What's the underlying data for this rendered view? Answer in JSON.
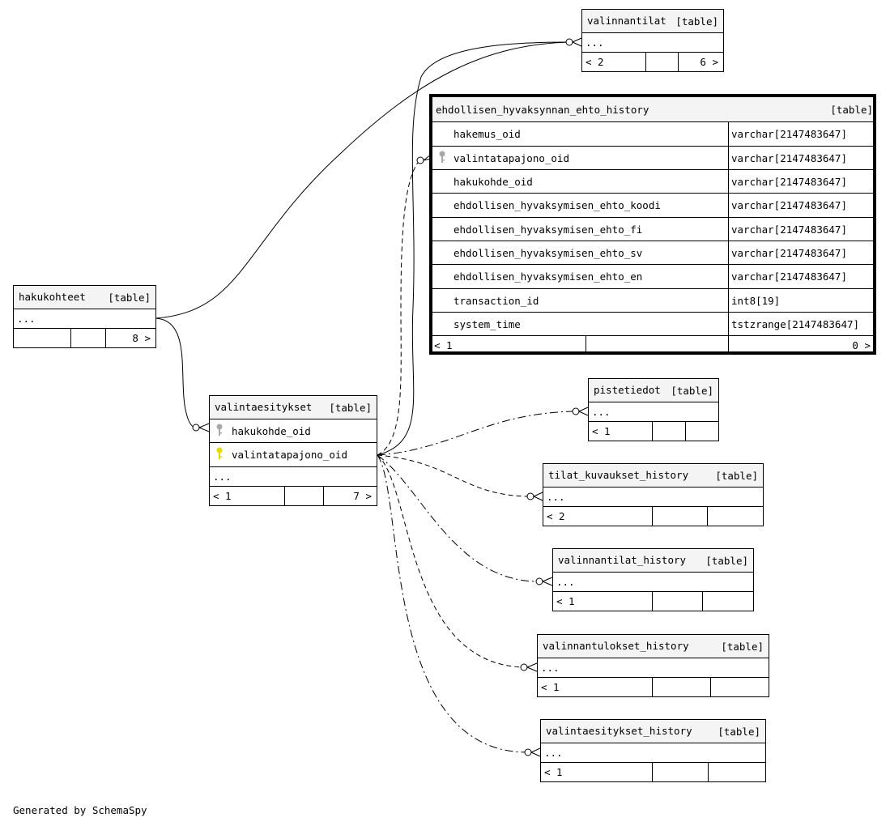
{
  "diagram": {
    "footer": "Generated by SchemaSpy",
    "colors": {
      "line": "#000000",
      "header_bg": "#f4f4f4",
      "key_primary": "#e8d700",
      "key_foreign": "#a8a8a8"
    },
    "tables": {
      "valinnantilat": {
        "name": "valinnantilat",
        "kind": "[table]",
        "ellipsis": "...",
        "left_count": "< 2",
        "right_count": "6 >"
      },
      "ehdollisen": {
        "name": "ehdollisen_hyvaksynnan_ehto_history",
        "kind": "[table]",
        "columns": [
          {
            "name": "hakemus_oid",
            "type": "varchar[2147483647]",
            "key": ""
          },
          {
            "name": "valintatapajono_oid",
            "type": "varchar[2147483647]",
            "key": "foreign-key-icon"
          },
          {
            "name": "hakukohde_oid",
            "type": "varchar[2147483647]",
            "key": ""
          },
          {
            "name": "ehdollisen_hyvaksymisen_ehto_koodi",
            "type": "varchar[2147483647]",
            "key": ""
          },
          {
            "name": "ehdollisen_hyvaksymisen_ehto_fi",
            "type": "varchar[2147483647]",
            "key": ""
          },
          {
            "name": "ehdollisen_hyvaksymisen_ehto_sv",
            "type": "varchar[2147483647]",
            "key": ""
          },
          {
            "name": "ehdollisen_hyvaksymisen_ehto_en",
            "type": "varchar[2147483647]",
            "key": ""
          },
          {
            "name": "transaction_id",
            "type": "int8[19]",
            "key": ""
          },
          {
            "name": "system_time",
            "type": "tstzrange[2147483647]",
            "key": ""
          }
        ],
        "left_count": "< 1",
        "right_count": "0 >"
      },
      "hakukohteet": {
        "name": "hakukohteet",
        "kind": "[table]",
        "ellipsis": "...",
        "right_count": "8 >"
      },
      "valintaesitykset": {
        "name": "valintaesitykset",
        "kind": "[table]",
        "columns": [
          {
            "name": "hakukohde_oid",
            "key": "foreign-key-icon"
          },
          {
            "name": "valintatapajono_oid",
            "key": "primary-key-icon"
          }
        ],
        "ellipsis": "...",
        "left_count": "< 1",
        "right_count": "7 >"
      },
      "pistetiedot": {
        "name": "pistetiedot",
        "kind": "[table]",
        "ellipsis": "...",
        "left_count": "< 1"
      },
      "tilat_kuvaukset_history": {
        "name": "tilat_kuvaukset_history",
        "kind": "[table]",
        "ellipsis": "...",
        "left_count": "< 2"
      },
      "valinnantilat_history": {
        "name": "valinnantilat_history",
        "kind": "[table]",
        "ellipsis": "...",
        "left_count": "< 1"
      },
      "valinnantulokset_history": {
        "name": "valinnantulokset_history",
        "kind": "[table]",
        "ellipsis": "...",
        "left_count": "< 1"
      },
      "valintaesitykset_history": {
        "name": "valintaesitykset_history",
        "kind": "[table]",
        "ellipsis": "...",
        "left_count": "< 1"
      }
    }
  }
}
